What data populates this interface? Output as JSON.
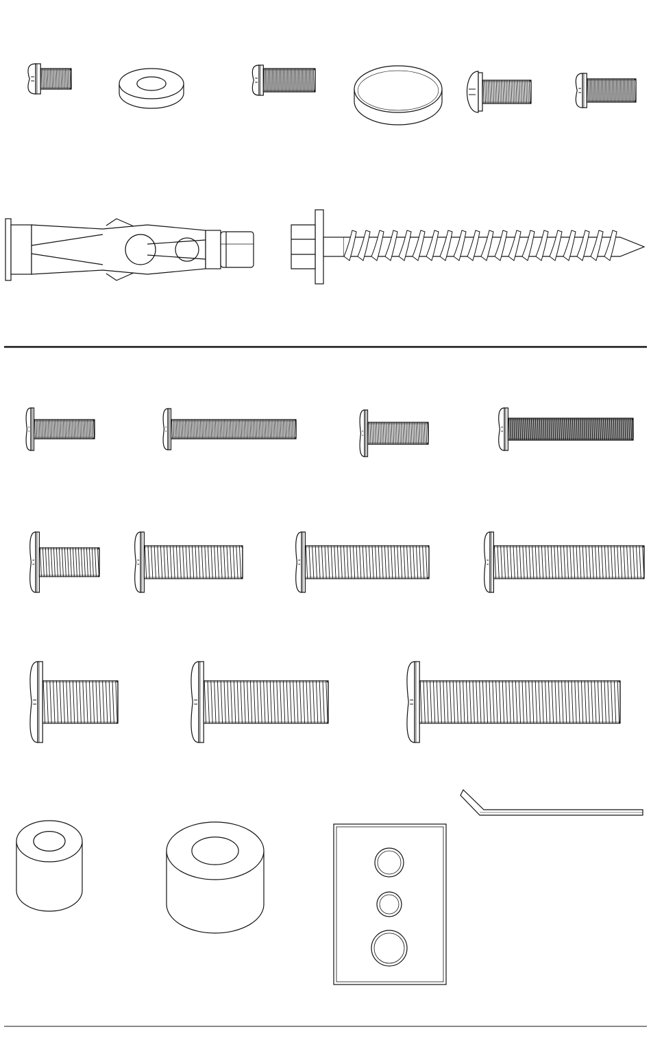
{
  "page": {
    "background": "#ffffff",
    "line_color": "#111111"
  },
  "hardware_rows": [
    {
      "group": "top",
      "items": [
        {
          "kind": "pan-head-screw",
          "icon": "pan-head-screw-icon"
        },
        {
          "kind": "washer",
          "icon": "washer-icon"
        },
        {
          "kind": "pan-head-screw",
          "icon": "pan-head-screw-icon"
        },
        {
          "kind": "cap",
          "icon": "cap-icon"
        },
        {
          "kind": "button-head-screw",
          "icon": "button-head-screw-icon"
        },
        {
          "kind": "pan-head-screw",
          "icon": "pan-head-screw-icon"
        }
      ]
    },
    {
      "group": "top",
      "items": [
        {
          "kind": "drywall-anchor",
          "icon": "drywall-anchor-icon"
        },
        {
          "kind": "lag-bolt",
          "icon": "lag-bolt-icon"
        }
      ]
    },
    {
      "group": "bottom",
      "items": [
        {
          "kind": "machine-screw",
          "icon": "machine-screw-icon"
        },
        {
          "kind": "machine-screw",
          "icon": "machine-screw-icon"
        },
        {
          "kind": "machine-screw",
          "icon": "machine-screw-icon"
        },
        {
          "kind": "machine-screw",
          "icon": "machine-screw-icon"
        }
      ]
    },
    {
      "group": "bottom",
      "items": [
        {
          "kind": "machine-screw",
          "icon": "machine-screw-icon"
        },
        {
          "kind": "machine-screw",
          "icon": "machine-screw-icon"
        },
        {
          "kind": "machine-screw",
          "icon": "machine-screw-icon"
        },
        {
          "kind": "machine-screw",
          "icon": "machine-screw-icon"
        }
      ]
    },
    {
      "group": "bottom",
      "items": [
        {
          "kind": "machine-screw",
          "icon": "machine-screw-icon"
        },
        {
          "kind": "machine-screw",
          "icon": "machine-screw-icon"
        },
        {
          "kind": "machine-screw",
          "icon": "machine-screw-icon"
        }
      ]
    },
    {
      "group": "bottom",
      "items": [
        {
          "kind": "spacer",
          "icon": "spacer-icon"
        },
        {
          "kind": "spacer",
          "icon": "spacer-icon"
        },
        {
          "kind": "washer-plate",
          "icon": "washer-plate-icon"
        },
        {
          "kind": "hex-key",
          "icon": "hex-key-icon"
        }
      ]
    }
  ]
}
